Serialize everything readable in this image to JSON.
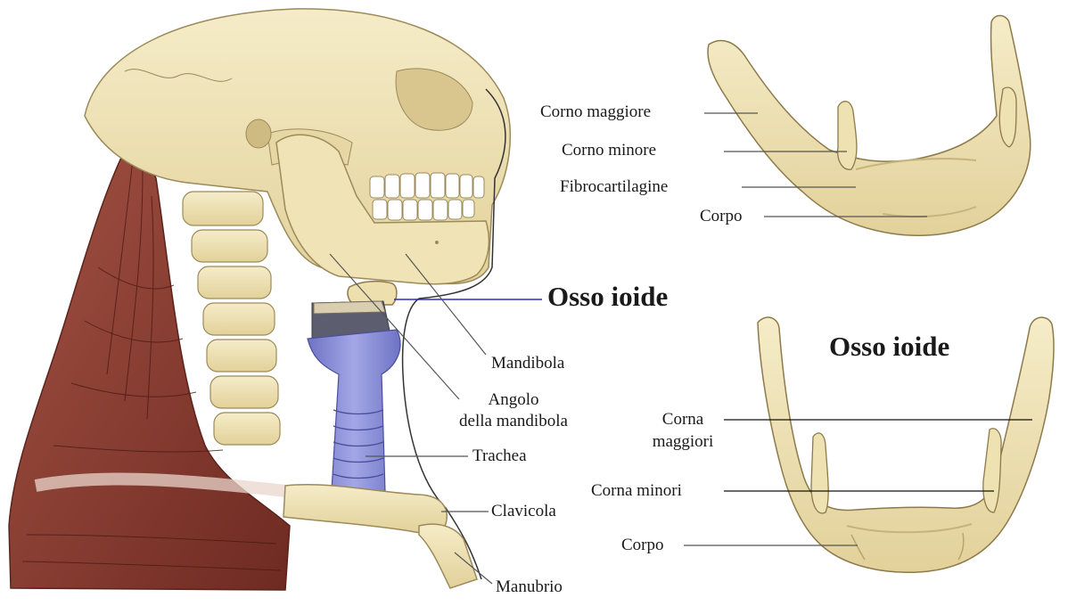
{
  "left_figure": {
    "title": "Osso ioide",
    "labels": {
      "mandibola": "Mandibola",
      "angolo_line1": "Angolo",
      "angolo_line2": "della mandibola",
      "trachea": "Trachea",
      "clavicola": "Clavicola",
      "manubrio": "Manubrio"
    }
  },
  "top_right_figure": {
    "labels": {
      "corno_maggiore": "Corno maggiore",
      "corno_minore": "Corno minore",
      "fibrocartilagine": "Fibrocartilagine",
      "corpo": "Corpo"
    }
  },
  "bottom_right_figure": {
    "title": "Osso ioide",
    "labels": {
      "corna_maggiori_line1": "Corna",
      "corna_maggiori_line2": "maggiori",
      "corna_minori": "Corna minori",
      "corpo": "Corpo"
    }
  },
  "colors": {
    "bone": "#efe3b4",
    "bone_shadow": "#cdbb82",
    "muscle": "#8a3b30",
    "muscle_light": "#b06a58",
    "trachea": "#8b8fd6",
    "leader": "#555555",
    "highlight_line": "#2b2bbf"
  }
}
